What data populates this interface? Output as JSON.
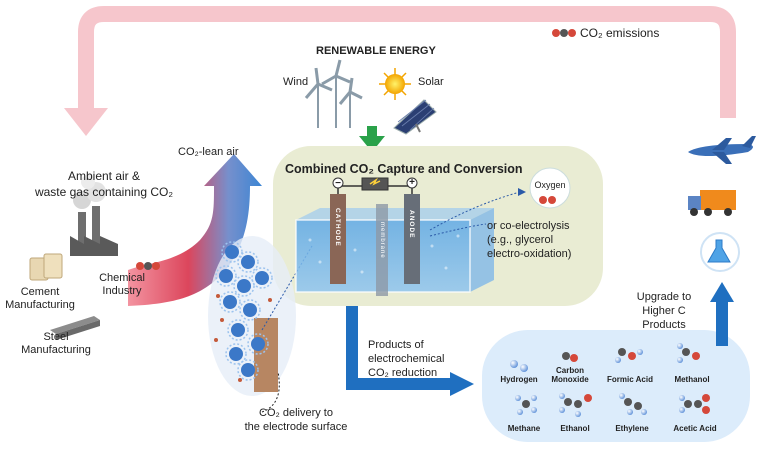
{
  "emissions_label": "CO₂ emissions",
  "renewable": {
    "title": "RENEWABLE ENERGY",
    "wind": "Wind",
    "solar": "Solar"
  },
  "capture": {
    "title": "Combined CO₂ Capture and Conversion",
    "minus": "−",
    "plus": "+",
    "cathode": "CATHODE",
    "anode": "ANODE",
    "membrane": "membrane",
    "oxygen": "Oxygen",
    "coelectrolysis": [
      "or co-electrolysis",
      "(e.g., glycerol",
      "electro-oxidation)"
    ]
  },
  "lean_air": "CO₂-lean air",
  "ambient": [
    "Ambient air &",
    "waste gas containing CO₂"
  ],
  "sources": {
    "chemical": [
      "Chemical",
      "Industry"
    ],
    "cement": [
      "Cement",
      "Manufacturing"
    ],
    "steel": [
      "Steel",
      "Manufacturing"
    ]
  },
  "delivery": [
    "CO₂ delivery to",
    "the electrode surface"
  ],
  "products_label": [
    "Products of",
    "electrochemical",
    "CO₂ reduction"
  ],
  "upgrade": [
    "Upgrade to",
    "Higher C",
    "Products"
  ],
  "products": [
    [
      "Hydrogen"
    ],
    [
      "Carbon",
      "Monoxide"
    ],
    [
      "Formic Acid"
    ],
    [
      "Methanol"
    ],
    [
      "Methane"
    ],
    [
      "Ethanol"
    ],
    [
      "Ethylene"
    ],
    [
      "Acetic Acid"
    ]
  ],
  "colors": {
    "loop_arrow": "#f6c6cc",
    "blue_arrow": "#1f6fc0",
    "capture_panel": "#e9ecd3",
    "products_panel": "#dcecfb",
    "green_arrow": "#2aa24a"
  },
  "icons": [
    "wind-turbine-icon",
    "sun-icon",
    "solar-panel-icon",
    "airplane-icon",
    "truck-icon",
    "flask-icon",
    "factory-icon",
    "cement-bags-icon",
    "steel-beam-icon",
    "co2-molecule-icon"
  ]
}
